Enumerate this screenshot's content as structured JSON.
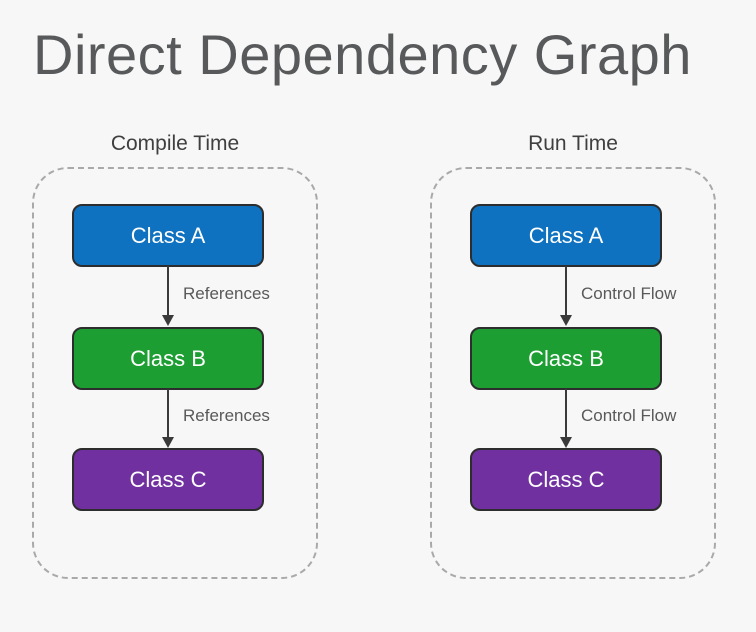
{
  "title": "Direct Dependency Graph",
  "colors": {
    "background": "#f7f7f7",
    "class_a_fill": "#0e72c0",
    "class_b_fill": "#1d9e33",
    "class_c_fill": "#7030a0",
    "node_border": "#2d2d2d",
    "node_text": "#ffffff",
    "panel_dashed_border": "#a9a9a9",
    "arrow": "#3a3a3a",
    "title_text": "#58595b",
    "edge_label_text": "#595959"
  },
  "panels": [
    {
      "label": "Compile Time",
      "nodes": [
        {
          "label": "Class A"
        },
        {
          "label": "Class B"
        },
        {
          "label": "Class C"
        }
      ],
      "edges": [
        {
          "label": "References"
        },
        {
          "label": "References"
        }
      ]
    },
    {
      "label": "Run Time",
      "nodes": [
        {
          "label": "Class A"
        },
        {
          "label": "Class B"
        },
        {
          "label": "Class C"
        }
      ],
      "edges": [
        {
          "label": "Control Flow"
        },
        {
          "label": "Control Flow"
        }
      ]
    }
  ]
}
